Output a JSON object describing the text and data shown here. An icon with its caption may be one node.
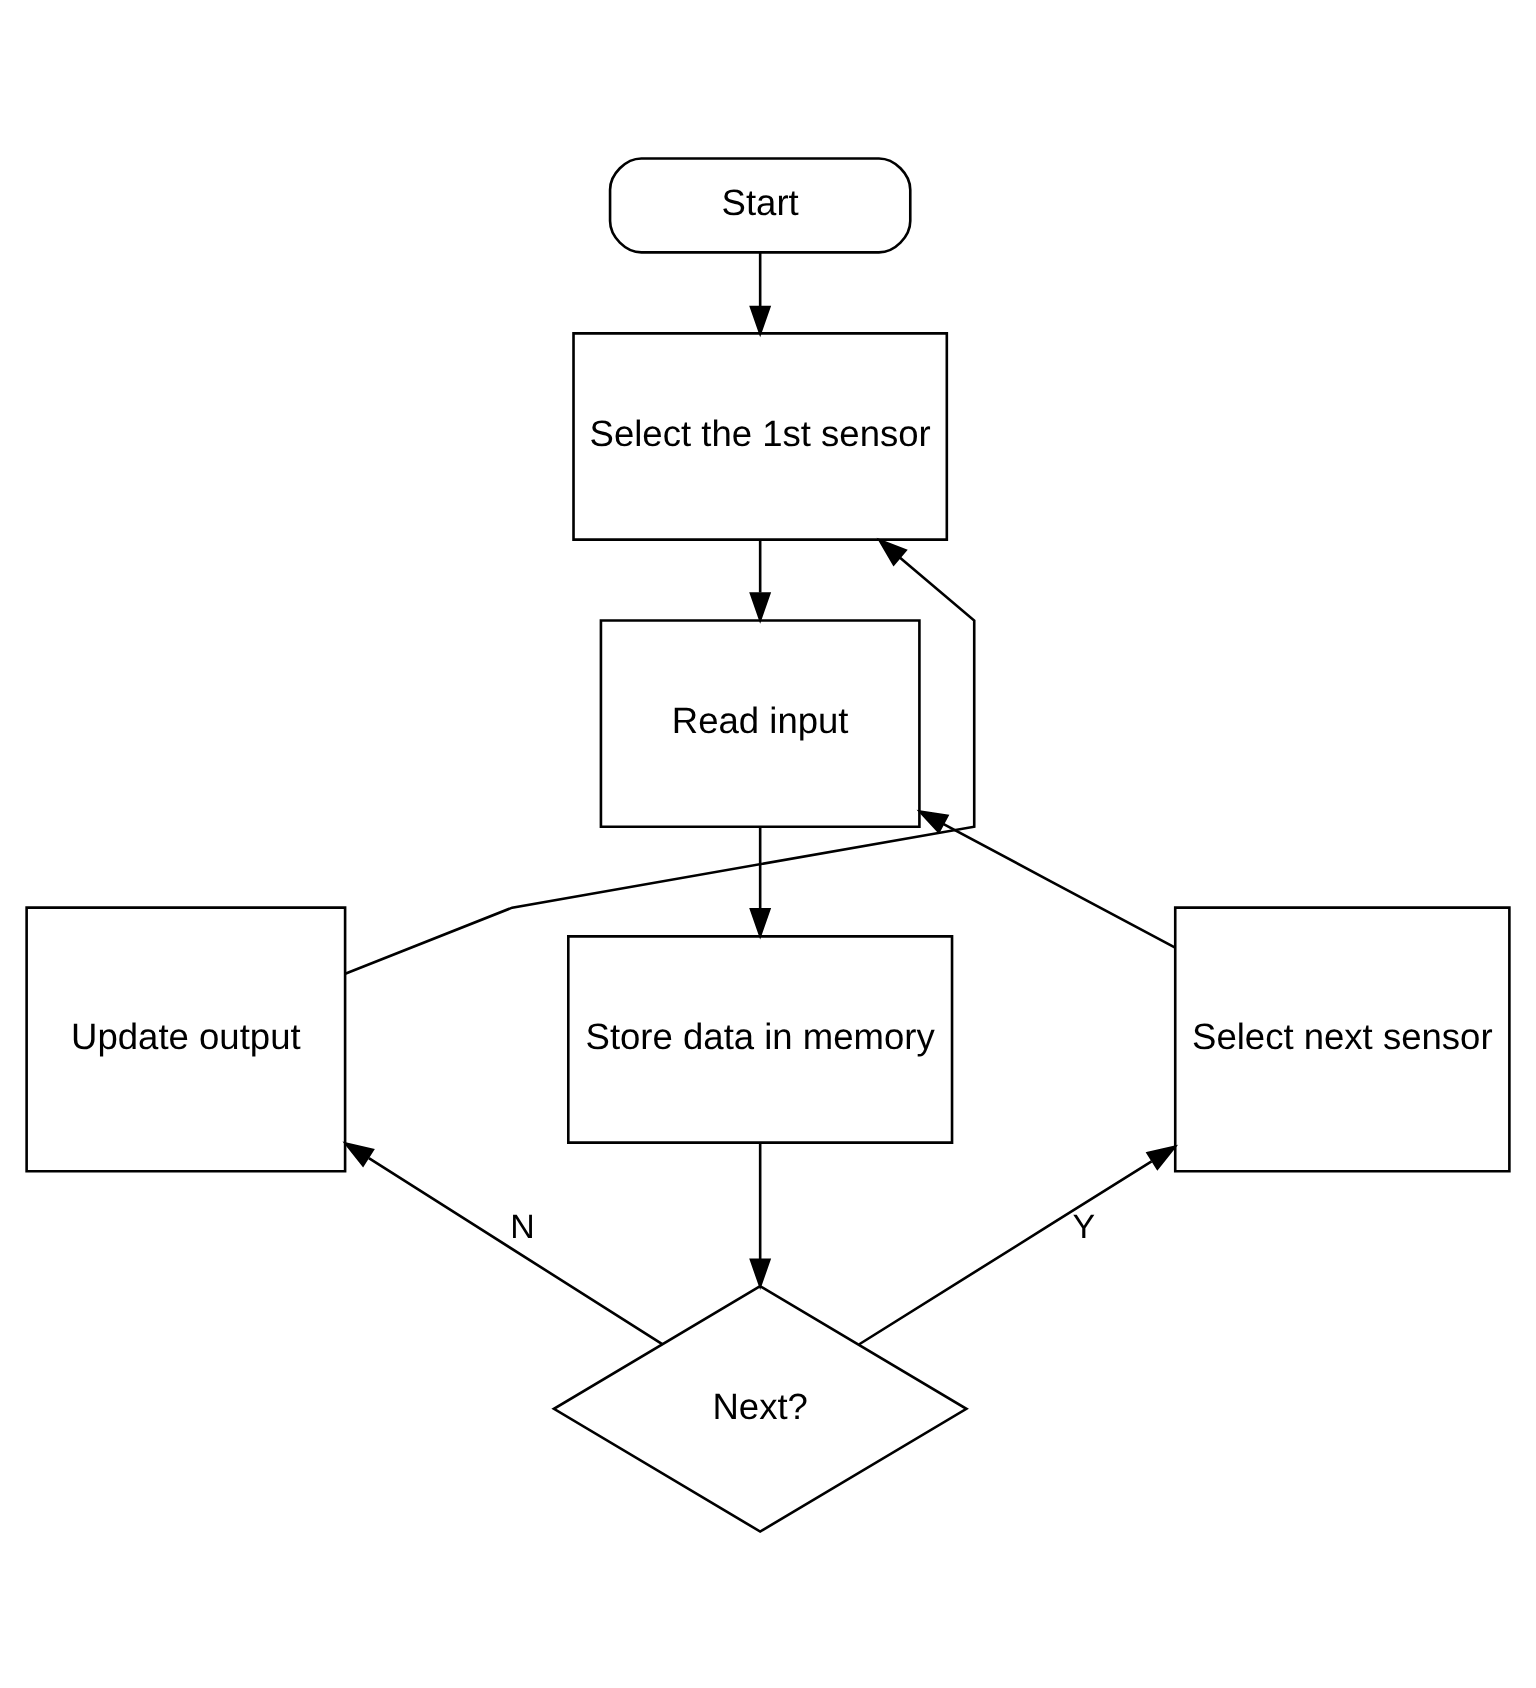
{
  "diagram": {
    "nodes": [
      {
        "text": [
          "Start"
        ]
      },
      {
        "text": [
          "Select the 1st sensor"
        ]
      },
      {
        "text": [
          "Read input"
        ]
      },
      {
        "text": [
          "Store data in memory"
        ]
      },
      {
        "text": [
          "Next?"
        ]
      },
      {
        "text": [
          "Update output"
        ]
      },
      {
        "text": [
          "Select next sensor"
        ]
      }
    ],
    "edges": [
      {
        "from": 0,
        "to": 1,
        "arrow": "to"
      },
      {
        "from": 1,
        "to": 2,
        "arrow": "to"
      },
      {
        "from": 2,
        "to": 3,
        "arrow": "to"
      },
      {
        "from": 3,
        "to": 4,
        "arrow": "to"
      },
      {
        "from": 4,
        "to": 5,
        "label": "N",
        "arrow": "to"
      },
      {
        "from": 4,
        "to": 6,
        "label": "Y",
        "arrow": "to"
      },
      {
        "from": 5,
        "to": 1,
        "arrow": "to"
      },
      {
        "from": 6,
        "to": 2,
        "arrow": "to"
      }
    ]
  }
}
